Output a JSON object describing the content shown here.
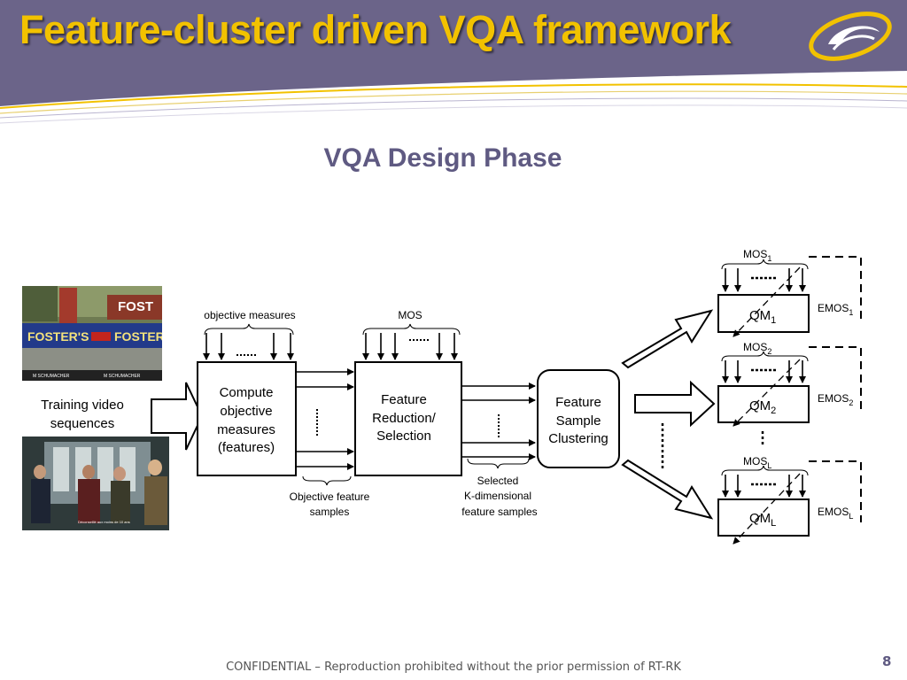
{
  "slide": {
    "title": "Feature-cluster driven VQA framework",
    "subtitle": "VQA Design Phase",
    "footer": "CONFIDENTIAL – Reproduction prohibited without the prior permission of RT-RK",
    "page_number": "8"
  },
  "colors": {
    "header_purple": "#6b6489",
    "title_yellow": "#f2c200",
    "subtitle_purple": "#5f5a82"
  },
  "diagram": {
    "training_label": "Training video sequences",
    "photo_race": {
      "banners": [
        "FOST",
        "FOSTER'S",
        "FOSTER"
      ],
      "captions": [
        "M SCHUMACHER",
        "M SCHUMACHER"
      ]
    },
    "photo_people": {
      "caption": "Déconseillé aux moins de 10 ans"
    },
    "objective_measures_label": "objective measures",
    "mos_label": "MOS",
    "compute_box": [
      "Compute",
      "objective",
      "measures",
      "(features)"
    ],
    "reduction_box": [
      "Feature",
      "Reduction/",
      "Selection"
    ],
    "clustering_box": [
      "Feature",
      "Sample",
      "Clustering"
    ],
    "objective_samples_label": [
      "Objective feature",
      "samples"
    ],
    "selected_samples_label": [
      "Selected",
      "K-dimensional",
      "feature samples"
    ],
    "qm_blocks": [
      {
        "qm": "QM",
        "sub": "1",
        "mos": "MOS",
        "mos_sub": "1",
        "emos": "EMOS",
        "emos_sub": "1"
      },
      {
        "qm": "QM",
        "sub": "2",
        "mos": "MOS",
        "mos_sub": "2",
        "emos": "EMOS",
        "emos_sub": "2"
      },
      {
        "qm": "QM",
        "sub": "L",
        "mos": "MOS",
        "mos_sub": "L",
        "emos": "EMOS",
        "emos_sub": "L"
      }
    ]
  }
}
